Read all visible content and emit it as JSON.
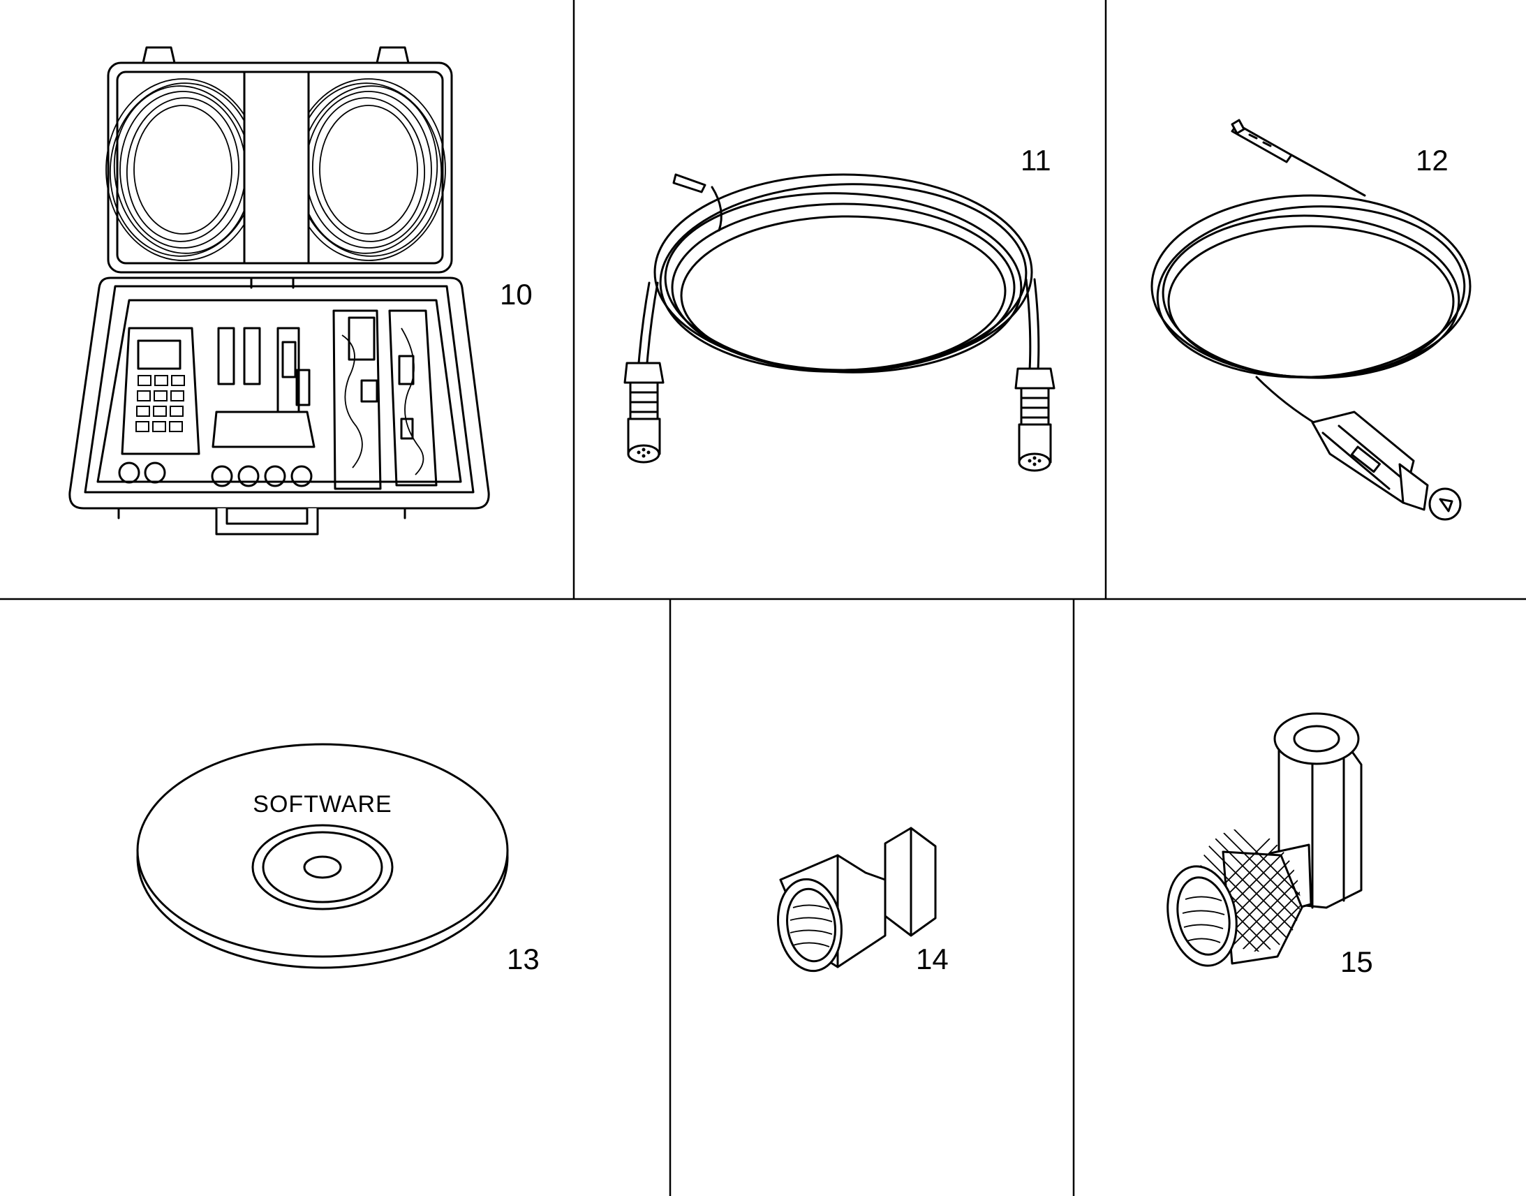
{
  "figure": {
    "items": [
      {
        "id": "10",
        "label": "10"
      },
      {
        "id": "11",
        "label": "11"
      },
      {
        "id": "12",
        "label": "12"
      },
      {
        "id": "13",
        "label": "13"
      },
      {
        "id": "14",
        "label": "14"
      },
      {
        "id": "15",
        "label": "15"
      }
    ],
    "disc_text": "SOFTWARE"
  }
}
